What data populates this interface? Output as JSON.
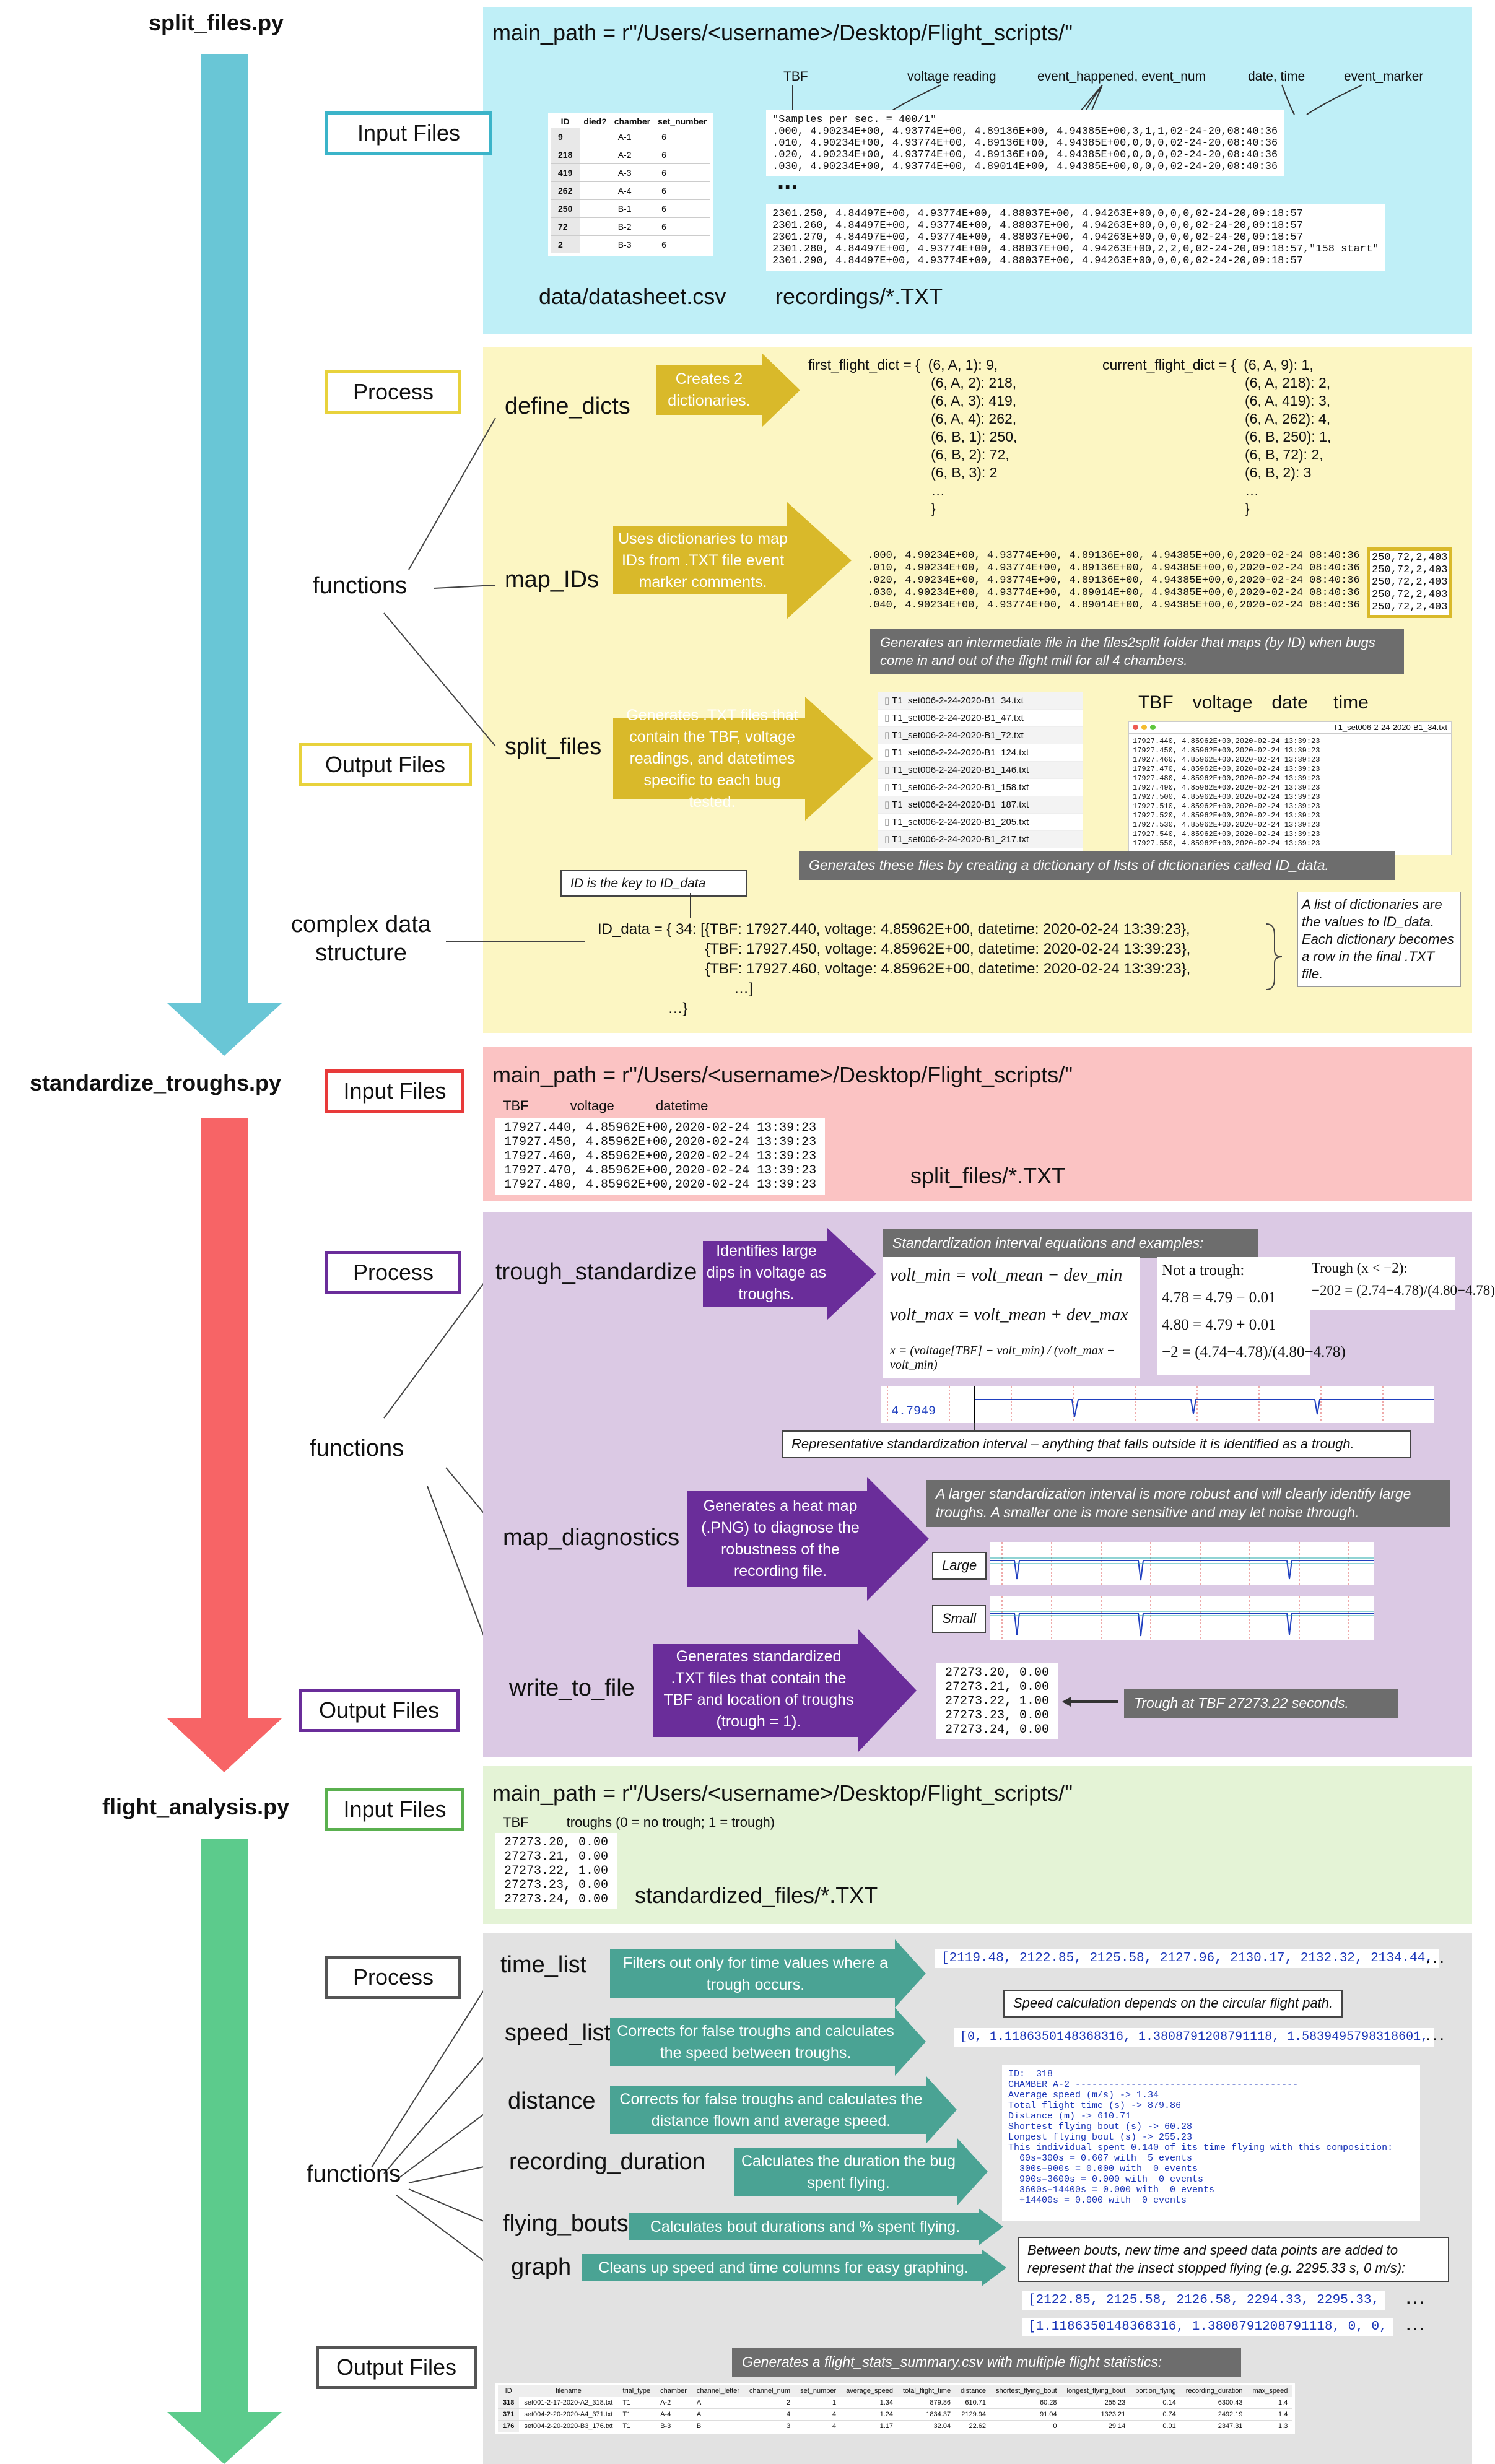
{
  "sections": [
    {
      "script": "split_files.py",
      "color": "#69c6d6"
    },
    {
      "script": "standardize_troughs.py",
      "color": "#f76466"
    },
    {
      "script": "flight_analysis.py",
      "color": "#5ccb8c"
    }
  ],
  "labels": {
    "input": "Input Files",
    "process": "Process",
    "output": "Output Files",
    "functions": "functions",
    "complex": "complex data\nstructure"
  },
  "s1": {
    "main_path": "main_path = r\"/Users/<username>/Desktop/Flight_scripts/\"",
    "col_labels": [
      "TBF",
      "voltage reading",
      "event_happened, event_num",
      "date, time",
      "event_marker"
    ],
    "datasheet": {
      "headers": [
        "ID",
        "died?",
        "chamber",
        "set_number"
      ],
      "rows": [
        [
          "9",
          "",
          "A-1",
          "6"
        ],
        [
          "218",
          "",
          "A-2",
          "6"
        ],
        [
          "419",
          "",
          "A-3",
          "6"
        ],
        [
          "262",
          "",
          "A-4",
          "6"
        ],
        [
          "250",
          "",
          "B-1",
          "6"
        ],
        [
          "72",
          "",
          "B-2",
          "6"
        ],
        [
          "2",
          "",
          "B-3",
          "6"
        ]
      ]
    },
    "rec_top": "\"Samples per sec. = 400/1\"\n.000, 4.90234E+00, 4.93774E+00, 4.89136E+00, 4.94385E+00,3,1,1,02-24-20,08:40:36\n.010, 4.90234E+00, 4.93774E+00, 4.89136E+00, 4.94385E+00,0,0,0,02-24-20,08:40:36\n.020, 4.90234E+00, 4.93774E+00, 4.89136E+00, 4.94385E+00,0,0,0,02-24-20,08:40:36\n.030, 4.90234E+00, 4.93774E+00, 4.89014E+00, 4.94385E+00,0,0,0,02-24-20,08:40:36",
    "ellipsis": "...",
    "rec_bottom": "2301.250, 4.84497E+00, 4.93774E+00, 4.88037E+00, 4.94263E+00,0,0,0,02-24-20,09:18:57\n2301.260, 4.84497E+00, 4.93774E+00, 4.88037E+00, 4.94263E+00,0,0,0,02-24-20,09:18:57\n2301.270, 4.84497E+00, 4.93774E+00, 4.88037E+00, 4.94263E+00,0,0,0,02-24-20,09:18:57\n2301.280, 4.84497E+00, 4.93774E+00, 4.88037E+00, 4.94263E+00,2,2,0,02-24-20,09:18:57,\"158 start\"\n2301.290, 4.84497E+00, 4.93774E+00, 4.88037E+00, 4.94263E+00,0,0,0,02-24-20,09:18:57",
    "file_datasheet": "data/datasheet.csv",
    "file_recordings": "recordings/*.TXT",
    "fn1": "define_dicts",
    "fn1_desc": "Creates 2 dictionaries.",
    "dict1": "first_flight_dict = {  (6, A, 1): 9,\n                               (6, A, 2): 218,\n                               (6, A, 3): 419,\n                               (6, A, 4): 262,\n                               (6, B, 1): 250,\n                               (6, B, 2): 72,\n                               (6, B, 3): 2\n                               …\n                               }",
    "dict2": "current_flight_dict = {  (6, A, 9): 1,\n                                    (6, A, 218): 2,\n                                    (6, A, 419): 3,\n                                    (6, A, 262): 4,\n                                    (6, B, 250): 1,\n                                    (6, B, 72): 2,\n                                    (6, B, 2): 3\n                                    …\n                                    }",
    "fn2": "map_IDs",
    "fn2_desc": "Uses dictionaries to map IDs from .TXT file event marker comments.",
    "map_code": ".000, 4.90234E+00, 4.93774E+00, 4.89136E+00, 4.94385E+00,0,2020-02-24 08:40:36\n.010, 4.90234E+00, 4.93774E+00, 4.89136E+00, 4.94385E+00,0,2020-02-24 08:40:36\n.020, 4.90234E+00, 4.93774E+00, 4.89136E+00, 4.94385E+00,0,2020-02-24 08:40:36\n.030, 4.90234E+00, 4.93774E+00, 4.89014E+00, 4.94385E+00,0,2020-02-24 08:40:36\n.040, 4.90234E+00, 4.93774E+00, 4.89014E+00, 4.94385E+00,0,2020-02-24 08:40:36",
    "map_ids": "250,72,2,403\n250,72,2,403\n250,72,2,403\n250,72,2,403\n250,72,2,403",
    "map_note": "Generates an intermediate file in the files2split folder that maps (by ID) when bugs come in and out of the flight mill for all 4 chambers.",
    "fn3": "split_files",
    "fn3_desc": "Generates .TXT files that contain the TBF, voltage readings, and datetimes specific to each bug tested.",
    "files": [
      "T1_set006-2-24-2020-B1_34.txt",
      "T1_set006-2-24-2020-B1_47.txt",
      "T1_set006-2-24-2020-B1_72.txt",
      "T1_set006-2-24-2020-B1_124.txt",
      "T1_set006-2-24-2020-B1_146.txt",
      "T1_set006-2-24-2020-B1_158.txt",
      "T1_set006-2-24-2020-B1_187.txt",
      "T1_set006-2-24-2020-B1_205.txt",
      "T1_set006-2-24-2020-B1_217.txt"
    ],
    "split_heads": "TBF   voltage   date    time",
    "win_title": "T1_set006-2-24-2020-B1_34.txt",
    "win_code": "17927.440, 4.85962E+00,2020-02-24 13:39:23\n17927.450, 4.85962E+00,2020-02-24 13:39:23\n17927.460, 4.85962E+00,2020-02-24 13:39:23\n17927.470, 4.85962E+00,2020-02-24 13:39:23\n17927.480, 4.85962E+00,2020-02-24 13:39:23\n17927.490, 4.85962E+00,2020-02-24 13:39:23\n17927.500, 4.85962E+00,2020-02-24 13:39:23\n17927.510, 4.85962E+00,2020-02-24 13:39:23\n17927.520, 4.85962E+00,2020-02-24 13:39:23\n17927.530, 4.85962E+00,2020-02-24 13:39:23\n17927.540, 4.85962E+00,2020-02-24 13:39:23\n17927.550, 4.85962E+00,2020-02-24 13:39:23",
    "split_note": "Generates these files by creating a dictionary of lists of dictionaries called ID_data.",
    "key_note": "ID is the key to ID_data",
    "id_data": "ID_data = { 34: [{TBF: 17927.440, voltage: 4.85962E+00, datetime: 2020-02-24 13:39:23},\n                          {TBF: 17927.450, voltage: 4.85962E+00, datetime: 2020-02-24 13:39:23},\n                          {TBF: 17927.460, voltage: 4.85962E+00, datetime: 2020-02-24 13:39:23},\n                                 …]\n                 …}",
    "values_note": "A list of dictionaries are the values to ID_data. Each dictionary becomes a row in the final .TXT file."
  },
  "s2": {
    "main_path": "main_path = r\"/Users/<username>/Desktop/Flight_scripts/\"",
    "heads": "TBF           voltage           datetime",
    "code": "17927.440, 4.85962E+00,2020-02-24 13:39:23\n17927.450, 4.85962E+00,2020-02-24 13:39:23\n17927.460, 4.85962E+00,2020-02-24 13:39:23\n17927.470, 4.85962E+00,2020-02-24 13:39:23\n17927.480, 4.85962E+00,2020-02-24 13:39:23",
    "file": "split_files/*.TXT",
    "fn1": "trough_standardize",
    "fn1_desc": "Identifies large dips in voltage as troughs.",
    "eq_title": "Standardization interval equations and examples:",
    "eq1": "volt_min = volt_mean − dev_min",
    "eq2": "volt_max = volt_mean + dev_max",
    "eq3": "x = (voltage[TBF] − volt_min) / (volt_max − volt_min)",
    "not_trough": "Not a trough:\n4.78 = 4.79 − 0.01\n4.80 = 4.79 + 0.01\n−2 = (4.74−4.78)/(4.80−4.78)",
    "trough": "Trough (x < −2):\n−202 = (2.74−4.78)/(4.80−4.78)",
    "plot_value": "4.7949",
    "rep_note": "Representative standardization interval – anything that falls outside it is identified as a trough.",
    "fn2": "map_diagnostics",
    "fn2_desc": "Generates a heat map (.PNG) to diagnose the robustness of the recording file.",
    "diag_note": "A larger standardization interval is more robust and will clearly identify large troughs. A smaller one is more sensitive and may let noise through.",
    "large": "Large",
    "small": "Small",
    "fn3": "write_to_file",
    "fn3_desc": "Generates standardized .TXT files that contain the TBF and location of troughs (trough = 1).",
    "out_code": "27273.20, 0.00\n27273.21, 0.00\n27273.22, 1.00\n27273.23, 0.00\n27273.24, 0.00",
    "out_note": "Trough at TBF 27273.22 seconds."
  },
  "s3": {
    "main_path": "main_path = r\"/Users/<username>/Desktop/Flight_scripts/\"",
    "heads": "TBF          troughs (0 = no trough; 1 = trough)",
    "code": "27273.20, 0.00\n27273.21, 0.00\n27273.22, 1.00\n27273.23, 0.00\n27273.24, 0.00",
    "file": "standardized_files/*.TXT",
    "fn1": "time_list",
    "fn1_desc": "Filters out only for time values where a trough occurs.",
    "time_vals": "[2119.48, 2122.85, 2125.58, 2127.96, 2130.17, 2132.32, 2134.44,",
    "speed_note": "Speed calculation depends on the circular flight path.",
    "fn2": "speed_list",
    "fn2_desc": "Corrects for false troughs and calculates the speed between troughs.",
    "speed_vals": "[0, 1.1186350148368316, 1.3808791208791118, 1.5839495798318601,",
    "fn3": "distance",
    "fn3_desc": "Corrects for false troughs and calculates the distance flown and average speed.",
    "summary": "ID:  318\nCHAMBER A-2 ----------------------------------------\nAverage speed (m/s) -> 1.34\nTotal flight time (s) -> 879.86\nDistance (m) -> 610.71\nShortest flying bout (s) -> 60.28\nLongest flying bout (s) -> 255.23\nThis individual spent 0.140 of its time flying with this composition:\n  60s–300s = 0.607 with  5 events\n  300s–900s = 0.000 with  0 events\n  900s–3600s = 0.000 with  0 events\n  3600s–14400s = 0.000 with  0 events\n  +14400s = 0.000 with  0 events",
    "fn4": "recording_duration",
    "fn4_desc": "Calculates the duration the bug spent flying.",
    "fn5": "flying_bouts",
    "fn5_desc": "Calculates bout durations and % spent flying.",
    "fn6": "graph",
    "fn6_desc": "Cleans up speed and time columns for easy graphing.",
    "graph_note": "Between bouts, new time and speed data points are added to represent that the insect stopped flying (e.g. 2295.33 s, 0 m/s):",
    "graph_time": "[2122.85, 2125.58, 2126.58, 2294.33, 2295.33,",
    "graph_speed": "[1.1186350148368316, 1.3808791208791118, 0, 0,",
    "out_note": "Generates a flight_stats_summary.csv with multiple flight statistics:",
    "table": {
      "headers": [
        "ID",
        "filename",
        "trial_type",
        "chamber",
        "channel_letter",
        "channel_num",
        "set_number",
        "average_speed",
        "total_flight_time",
        "distance",
        "shortest_flying_bout",
        "longest_flying_bout",
        "portion_flying",
        "recording_duration",
        "max_speed"
      ],
      "rows": [
        [
          "318",
          "set001-2-17-2020-A2_318.txt",
          "T1",
          "A-2",
          "A",
          "2",
          "1",
          "1.34",
          "879.86",
          "610.71",
          "60.28",
          "255.23",
          "0.14",
          "6300.43",
          "1.4"
        ],
        [
          "371",
          "set004-2-20-2020-A4_371.txt",
          "T1",
          "A-4",
          "A",
          "4",
          "4",
          "1.24",
          "1834.37",
          "2129.94",
          "91.04",
          "1323.21",
          "0.74",
          "2492.19",
          "1.4"
        ],
        [
          "176",
          "set004-2-20-2020-B3_176.txt",
          "T1",
          "B-3",
          "B",
          "3",
          "4",
          "1.17",
          "32.04",
          "22.62",
          "0",
          "29.14",
          "0.01",
          "2347.31",
          "1.3"
        ]
      ]
    }
  }
}
